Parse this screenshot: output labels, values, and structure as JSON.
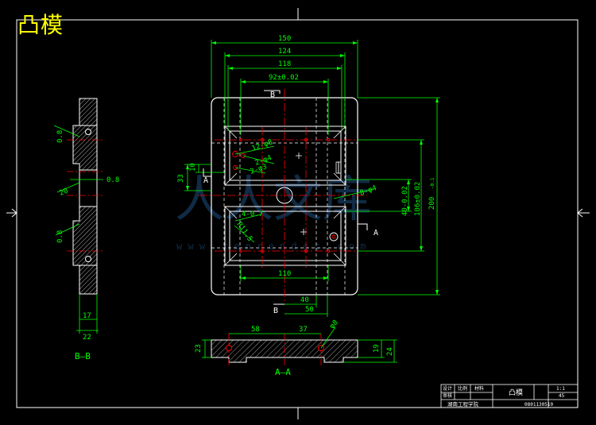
{
  "title": "凸模",
  "section_labels": {
    "bb": "B–B",
    "aa": "A–A"
  },
  "cut_markers": {
    "b_top": "B",
    "b_bottom": "B",
    "a_left": "A",
    "a_right": "A"
  },
  "dims": {
    "w150": "150",
    "w124": "124",
    "w118": "118",
    "w92": "92±0.02",
    "w110": "110",
    "w40": "40",
    "w50": "50",
    "h33": "33",
    "h10": "10",
    "h4007": "40-0.02",
    "h106": "106±0.02",
    "h200": "200",
    "h200_tol": "-0.1",
    "n12": "12-φ8",
    "n2a": "2-φ4",
    "n2b": "2-φ3",
    "n8": "8-φ4",
    "n4": "4-0.7",
    "rr": "R11.5",
    "s58": "58",
    "s37": "37",
    "s8": "φ8",
    "s23": "23",
    "s19": "19",
    "s24": "24",
    "b08a": "0.8",
    "b08b": "0.8",
    "b08c": "0.8",
    "b20": "20",
    "b17": "17",
    "b22": "22"
  },
  "title_block": {
    "name": "凸模",
    "scale": "1:1",
    "material": "45",
    "school": "湖南工程学院",
    "number": "0801130510",
    "c1": "设计",
    "c2": "审核",
    "c3": "比例",
    "c4": "材料"
  },
  "watermark": "人人文库",
  "watermark_url": "w w w . r e n r e n d o c . c o m",
  "colors": {
    "bg": "#000000",
    "outline": "#ffffff",
    "dim": "#00ff00",
    "center": "#ff0000",
    "hatch": "#00ffff",
    "title": "#ffff00"
  }
}
